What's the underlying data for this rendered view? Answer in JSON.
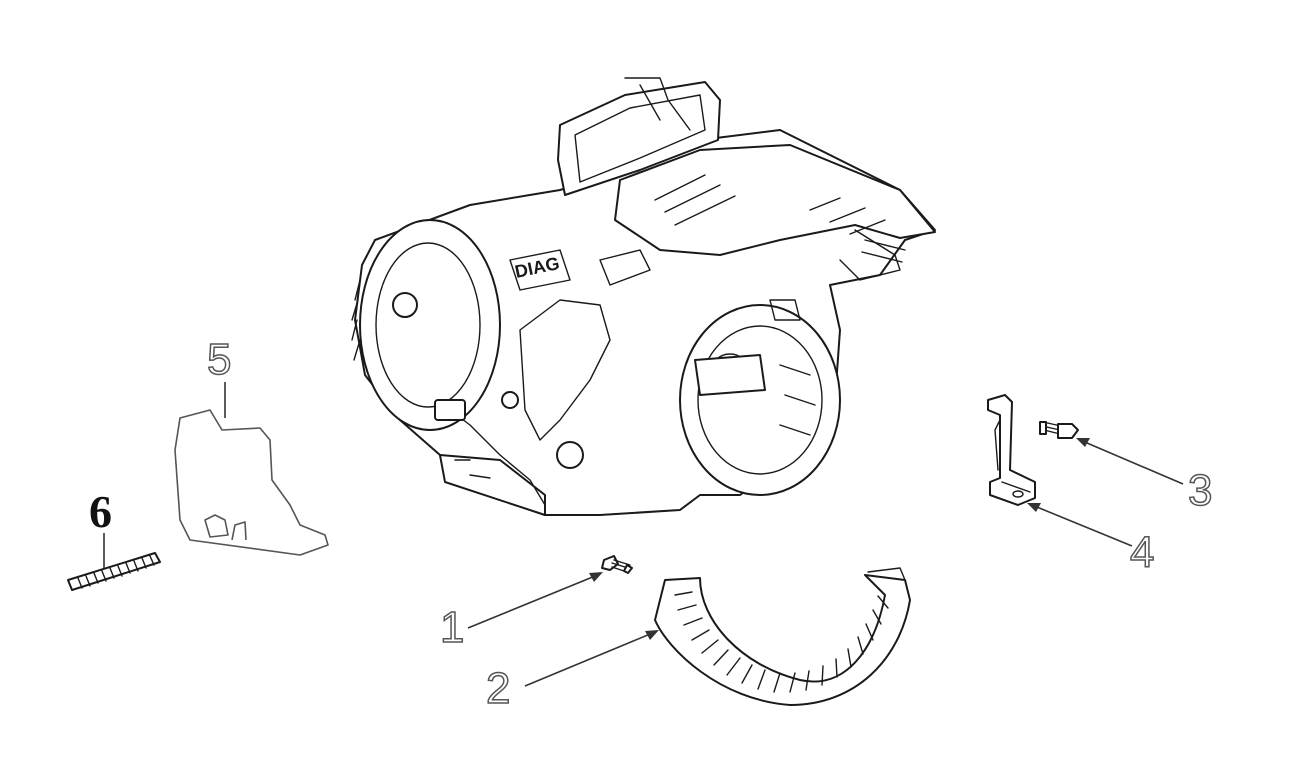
{
  "callouts": {
    "c1": "1",
    "c2": "2",
    "c3": "3",
    "c4": "4",
    "c5": "5",
    "c6": "6"
  },
  "colors": {
    "line": "#1a1a1a",
    "callout_outline": "#555555",
    "background": "#ffffff"
  }
}
